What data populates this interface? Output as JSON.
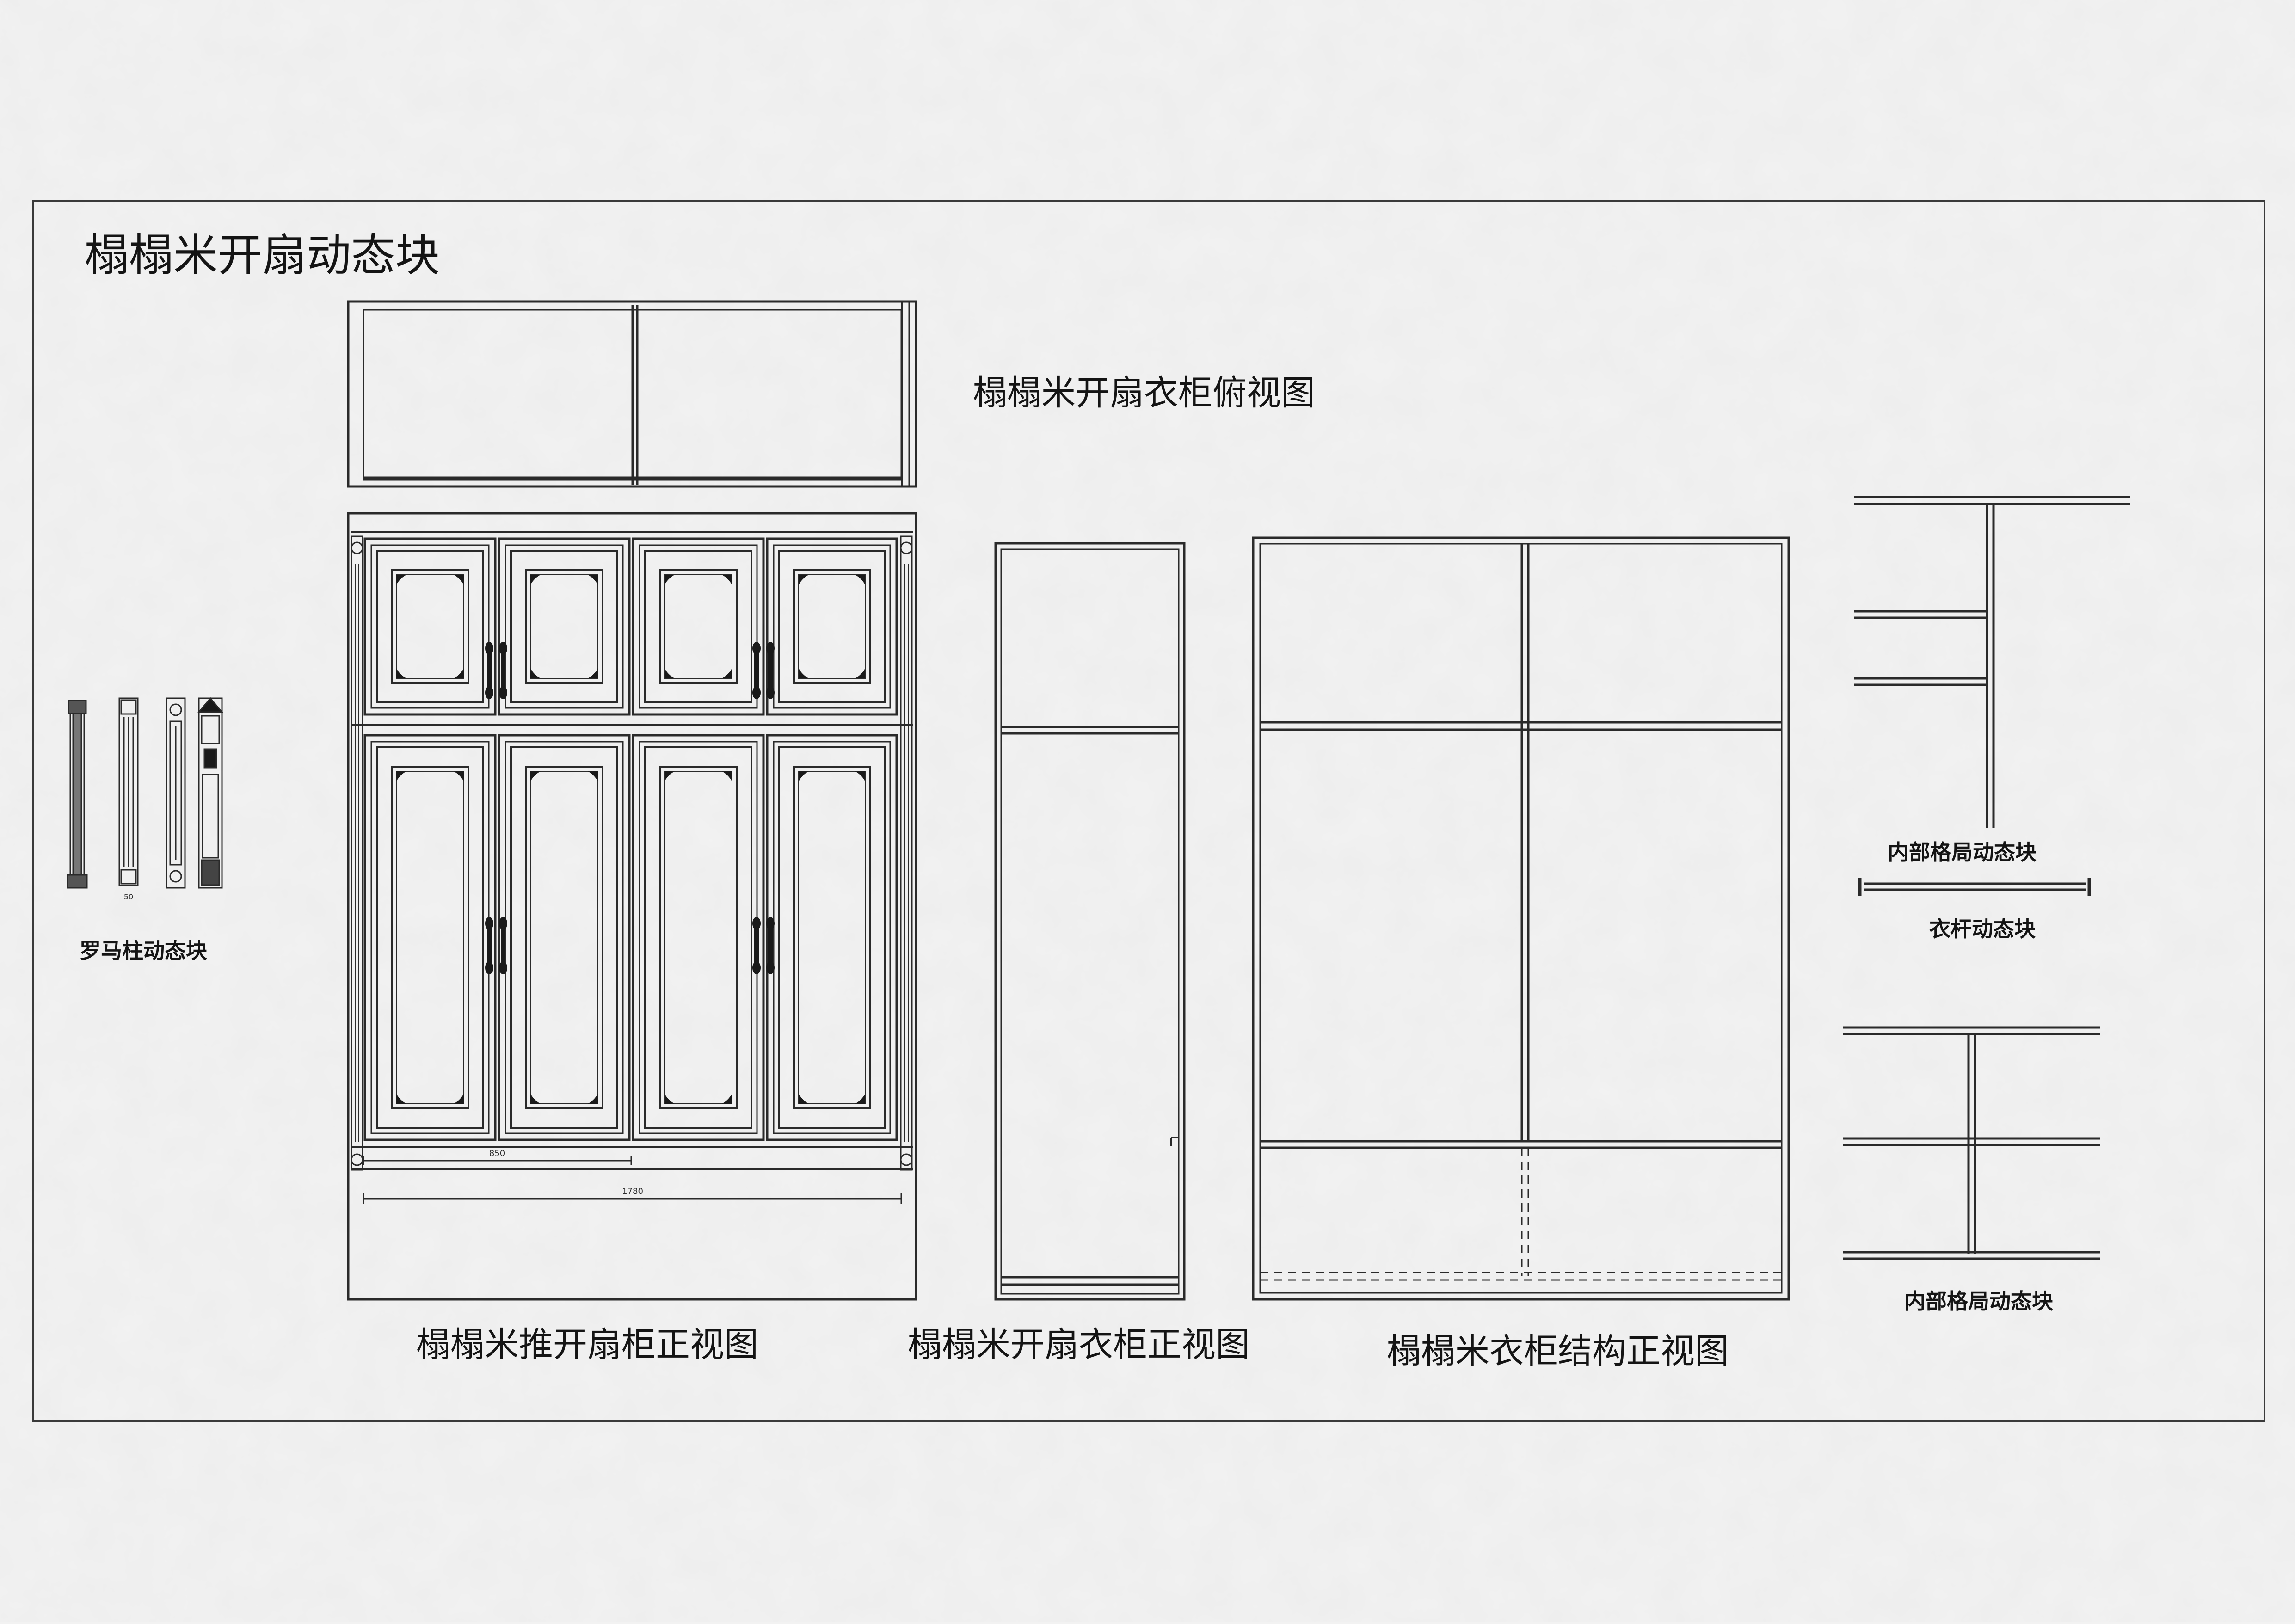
{
  "drawing": {
    "main_title": "榻榻米开扇动态块",
    "labels": {
      "top_view": "榻榻米开扇衣柜俯视图",
      "push_front_view": "榻榻米推开扇柜正视图",
      "door_front_view": "榻榻米开扇衣柜正视图",
      "structure_front_view": "榻榻米衣柜结构正视图",
      "roman_column_block": "罗马柱动态块",
      "interior_layout_block_top": "内部格局动态块",
      "clothes_rod_block": "衣杆动态块",
      "interior_layout_block_bottom": "内部格局动态块"
    },
    "dimensions": {
      "half_width": "850",
      "full_width": "1780",
      "column_width": "50"
    },
    "colors": {
      "paper": "#f2f2f2",
      "line": "#2a2a2a",
      "dark_ornament": "#1a1a1a"
    }
  }
}
